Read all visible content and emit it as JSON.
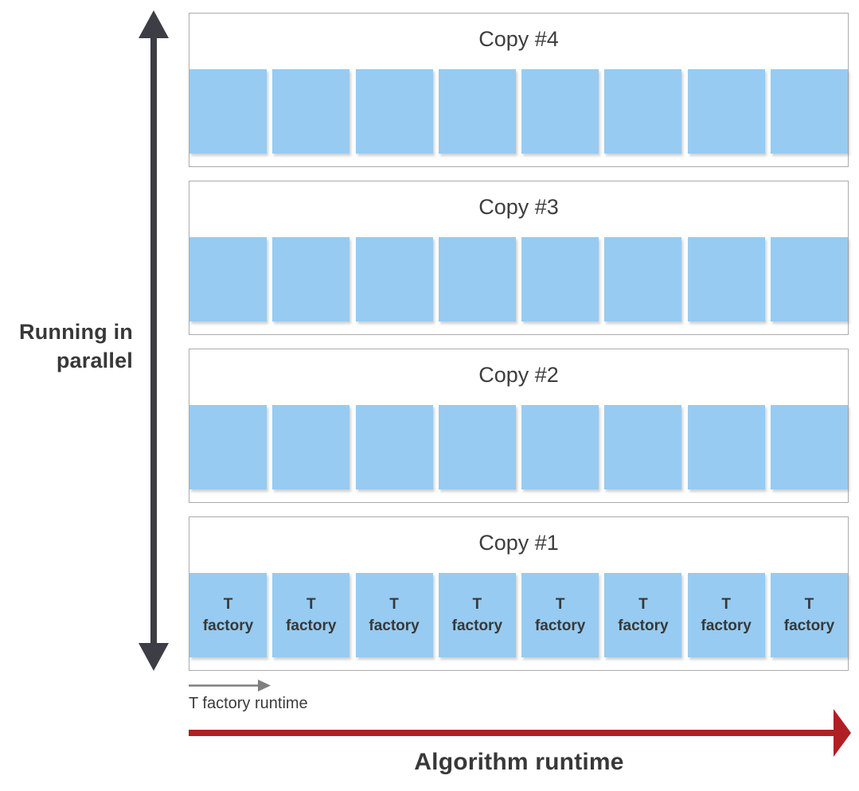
{
  "axes": {
    "parallel_label": "Running in parallel",
    "t_factory_runtime_label": "T factory runtime",
    "algorithm_runtime_label": "Algorithm runtime"
  },
  "copies": [
    {
      "label": "Copy #4",
      "cell_count": 8,
      "cell_label": ""
    },
    {
      "label": "Copy #3",
      "cell_count": 8,
      "cell_label": ""
    },
    {
      "label": "Copy #2",
      "cell_count": 8,
      "cell_label": ""
    },
    {
      "label": "Copy #1",
      "cell_count": 8,
      "cell_label": "T\nfactory"
    }
  ],
  "colors": {
    "cell_blue": "#97cbf1",
    "arrow_red": "#b01f24",
    "arrow_dark": "#3d3d45",
    "arrow_gray": "#7f7f7f",
    "box_border": "#ababab",
    "text_dark": "#3a3a3a"
  }
}
